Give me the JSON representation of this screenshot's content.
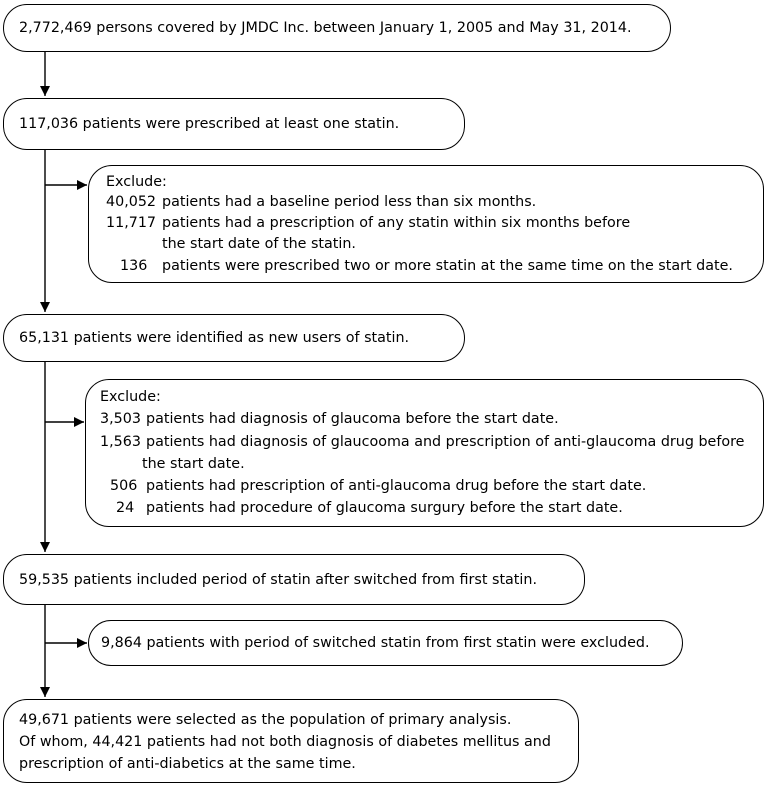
{
  "flow": {
    "total": "2,772,469 persons covered by JMDC Inc. between January 1, 2005 and May 31, 2014.",
    "prescribed": "117,036 patients were prescribed at least one statin.",
    "exclude1": {
      "heading": "Exclude:",
      "items": [
        {
          "count": "40,052",
          "text": "patients had a baseline period less than six months."
        },
        {
          "count": "11,717",
          "text": "patients had a prescription of any statin within six months before",
          "cont": "the start date of the statin."
        },
        {
          "count": "136",
          "text": "patients were prescribed two or more statin at the same time on the start date."
        }
      ]
    },
    "new_users": "65,131 patients were identified as new users of statin.",
    "exclude2": {
      "heading": "Exclude:",
      "items": [
        {
          "count": "3,503",
          "text": "patients had diagnosis of glaucoma before the start date."
        },
        {
          "count": "1,563",
          "text": "patients had diagnosis of glaucooma and prescription of anti-glaucoma drug before",
          "cont": "the start date."
        },
        {
          "count": "506",
          "text": "patients had prescription of anti-glaucoma drug before the start date."
        },
        {
          "count": "24",
          "text": "patients had procedure of glaucoma surgury before the start date."
        }
      ]
    },
    "switched": "59,535 patients included period of statin after switched from first statin.",
    "switched_excluded": "9,864 patients with period of switched statin from first statin were excluded.",
    "final": {
      "lines": [
        "49,671 patients were selected as the population of primary analysis.",
        "Of whom, 44,421 patients had not both diagnosis of diabetes mellitus and",
        "prescription of anti-diabetics at the same time."
      ]
    }
  }
}
